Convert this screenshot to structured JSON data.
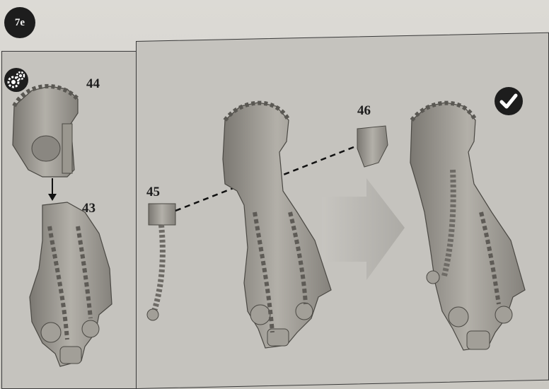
{
  "step": {
    "number": "7e"
  },
  "parts": {
    "left_head": "44",
    "left_body": "43",
    "chain_piece": "45",
    "ear_piece": "46"
  },
  "icons": {
    "gears": "gears-icon",
    "check": "checkmark-icon",
    "arrow_down": "arrow-down-icon",
    "big_arrow": "arrow-right-icon"
  },
  "colors": {
    "model": "#a8a59e",
    "model_shadow": "#6e6b66",
    "panel": "#c5c3be",
    "badge": "#1d1d1d"
  }
}
